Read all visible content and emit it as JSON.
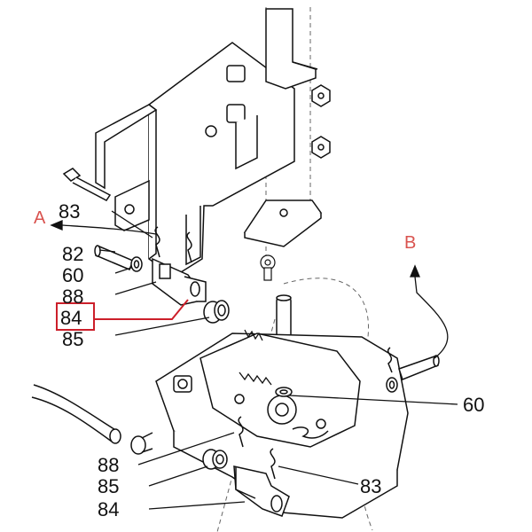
{
  "direction_labels": {
    "a": "A",
    "b": "B"
  },
  "callouts": {
    "top_83": "83",
    "top_82": "82",
    "top_60": "60",
    "top_88": "88",
    "highlight_84": "84",
    "top_85": "85",
    "right_60": "60",
    "bottom_88": "88",
    "bottom_85": "85",
    "bottom_83": "83",
    "bottom_84": "84"
  },
  "colors": {
    "line": "#111111",
    "dashed": "#666666",
    "highlight": "#cc1f2a",
    "direction": "#d9534f"
  }
}
